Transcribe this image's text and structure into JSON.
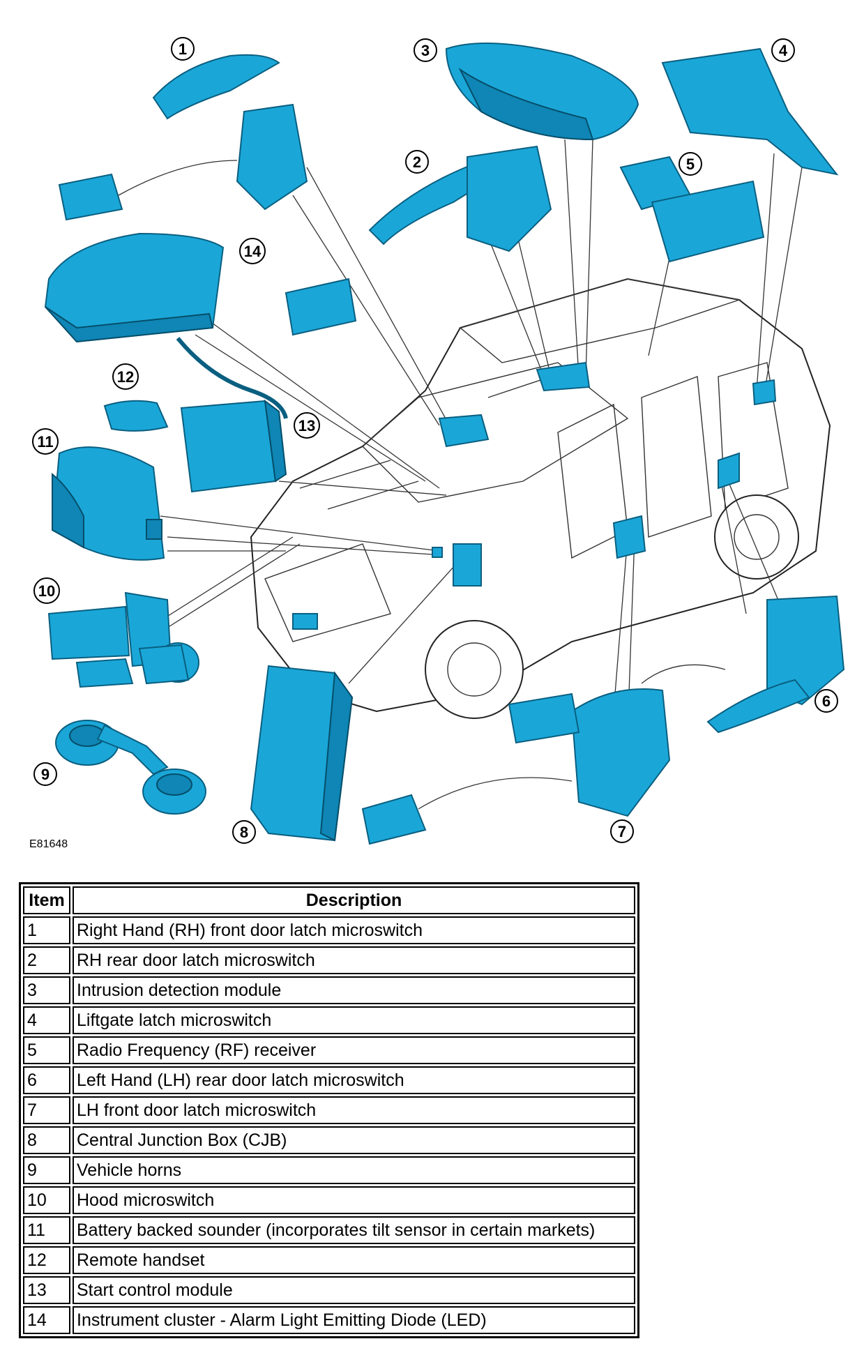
{
  "figure": {
    "reference_code": "E81648",
    "callouts": [
      "1",
      "2",
      "3",
      "4",
      "5",
      "6",
      "7",
      "8",
      "9",
      "10",
      "11",
      "12",
      "13",
      "14"
    ]
  },
  "colors": {
    "component_fill": "#1aa7d8",
    "component_stroke": "#0a5f80",
    "outline": "#222222"
  },
  "table": {
    "headers": {
      "item": "Item",
      "description": "Description"
    },
    "rows": [
      {
        "item": "1",
        "description": "Right Hand (RH) front door latch microswitch"
      },
      {
        "item": "2",
        "description": "RH rear door latch microswitch"
      },
      {
        "item": "3",
        "description": "Intrusion detection module"
      },
      {
        "item": "4",
        "description": "Liftgate latch microswitch"
      },
      {
        "item": "5",
        "description": "Radio Frequency (RF) receiver"
      },
      {
        "item": "6",
        "description": "Left Hand (LH) rear door latch microswitch"
      },
      {
        "item": "7",
        "description": "LH front door latch microswitch"
      },
      {
        "item": "8",
        "description": "Central Junction Box (CJB)"
      },
      {
        "item": "9",
        "description": "Vehicle horns"
      },
      {
        "item": "10",
        "description": "Hood microswitch"
      },
      {
        "item": "11",
        "description": "Battery backed sounder (incorporates tilt sensor in certain markets)"
      },
      {
        "item": "12",
        "description": "Remote handset"
      },
      {
        "item": "13",
        "description": "Start control module"
      },
      {
        "item": "14",
        "description": "Instrument cluster - Alarm Light Emitting Diode (LED)"
      }
    ]
  }
}
